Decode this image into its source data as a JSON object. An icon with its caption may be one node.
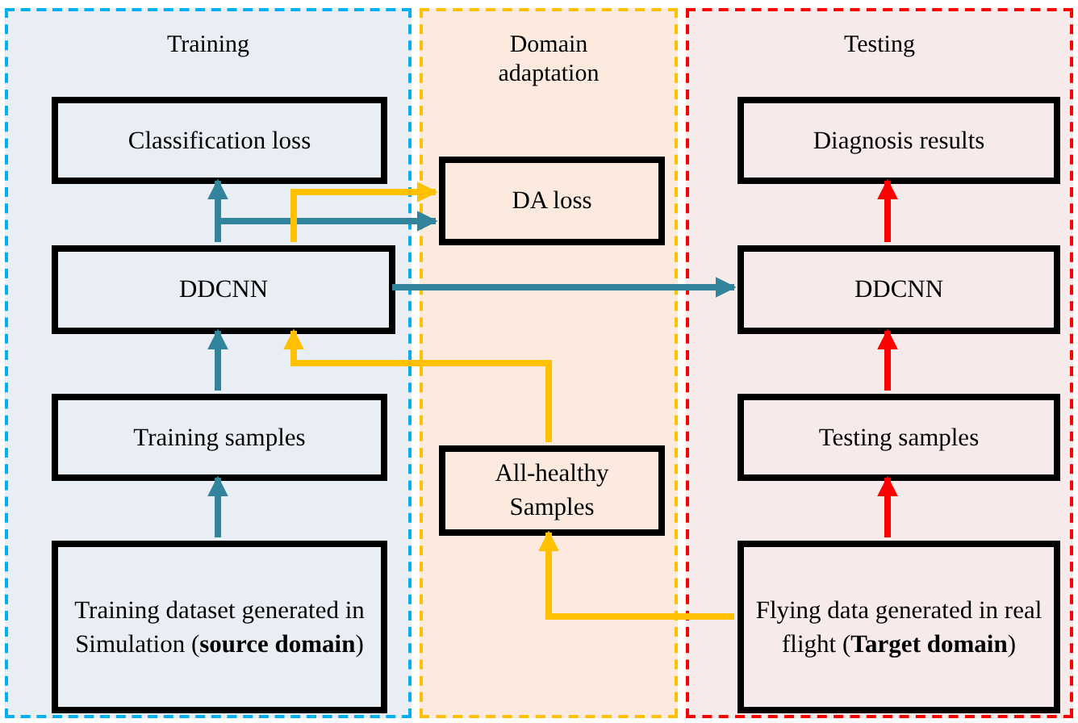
{
  "diagram": {
    "nodes": [
      {
        "text": [
          "Training"
        ]
      },
      {
        "text": [
          "Domain adaptation"
        ]
      },
      {
        "text": [
          "Testing"
        ]
      },
      {
        "text": [
          "Classification loss"
        ],
        "in": 0
      },
      {
        "text": [
          "DDCNN"
        ],
        "in": 0
      },
      {
        "text": [
          "Training samples"
        ],
        "in": 0
      },
      {
        "text": [
          "Training dataset generated in Simulation (**source domain**)"
        ],
        "in": 0
      },
      {
        "text": [
          "DA loss"
        ],
        "in": 1
      },
      {
        "text": [
          "All-healthy Samples"
        ],
        "in": 1
      },
      {
        "text": [
          "Diagnosis results"
        ],
        "in": 2
      },
      {
        "text": [
          "DDCNN"
        ],
        "in": 2
      },
      {
        "text": [
          "Testing samples"
        ],
        "in": 2
      },
      {
        "text": [
          "Flying data generated in real flight (**Target domain**)"
        ],
        "in": 2
      }
    ],
    "edges": [
      {
        "from": 4,
        "to": 3,
        "arrow": "to"
      },
      {
        "from": 4,
        "to": 7,
        "arrow": "to"
      },
      {
        "from": 4,
        "to": 7,
        "arrow": "to",
        "color": "#ffc000"
      },
      {
        "from": 4,
        "to": 10,
        "arrow": "to"
      },
      {
        "from": 5,
        "to": 4,
        "arrow": "to"
      },
      {
        "from": 6,
        "to": 5,
        "arrow": "to"
      },
      {
        "from": 8,
        "to": 4,
        "arrow": "to",
        "color": "#ffc000"
      },
      {
        "from": 12,
        "to": 8,
        "arrow": "to",
        "color": "#ffc000"
      },
      {
        "from": 12,
        "to": 11,
        "arrow": "to",
        "color": "#ff0000"
      },
      {
        "from": 11,
        "to": 10,
        "arrow": "to",
        "color": "#ff0000"
      },
      {
        "from": 10,
        "to": 9,
        "arrow": "to",
        "color": "#ff0000"
      }
    ]
  }
}
